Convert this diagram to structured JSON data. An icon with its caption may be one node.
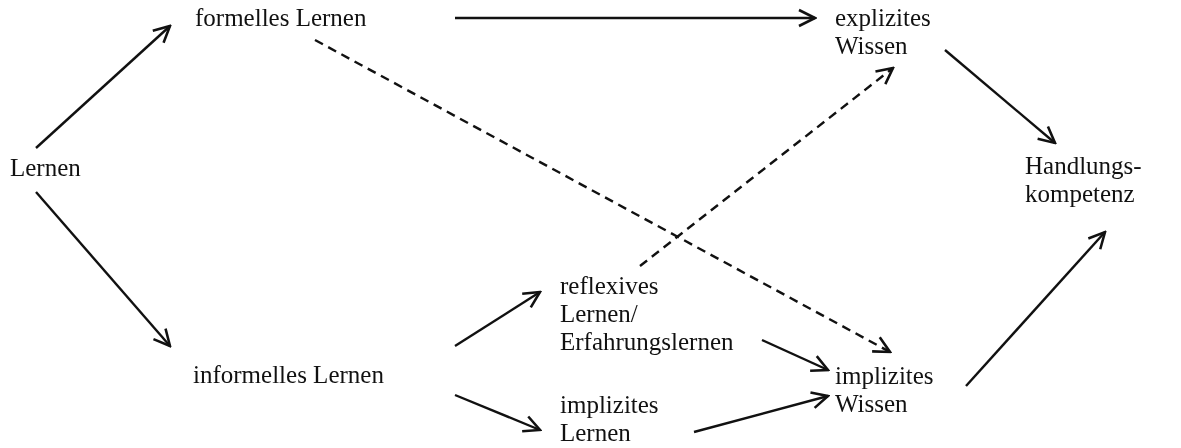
{
  "diagram": {
    "nodes": [
      {
        "text": [
          "Lernen"
        ]
      },
      {
        "text": [
          "formelles Lernen"
        ]
      },
      {
        "text": [
          "informelles Lernen"
        ]
      },
      {
        "text": [
          "explizites Wissen"
        ]
      },
      {
        "text": [
          "Handlungs- kompetenz"
        ]
      },
      {
        "text": [
          "reflexives Lernen/ Erfahrungslernen"
        ]
      },
      {
        "text": [
          "implizites Lernen"
        ]
      },
      {
        "text": [
          "implizites Wissen"
        ]
      }
    ],
    "edges": [
      {
        "from": 0,
        "to": 1,
        "arrow": "to"
      },
      {
        "from": 0,
        "to": 2,
        "arrow": "to"
      },
      {
        "from": 1,
        "to": 3,
        "arrow": "to"
      },
      {
        "from": 1,
        "to": 7,
        "arrow": "to",
        "style": "dashed"
      },
      {
        "from": 2,
        "to": 5,
        "arrow": "to"
      },
      {
        "from": 2,
        "to": 6,
        "arrow": "to"
      },
      {
        "from": 5,
        "to": 3,
        "arrow": "to",
        "style": "dashed"
      },
      {
        "from": 5,
        "to": 7,
        "arrow": "to"
      },
      {
        "from": 6,
        "to": 7,
        "arrow": "to"
      },
      {
        "from": 3,
        "to": 4,
        "arrow": "to"
      },
      {
        "from": 7,
        "to": 4,
        "arrow": "to"
      }
    ]
  }
}
